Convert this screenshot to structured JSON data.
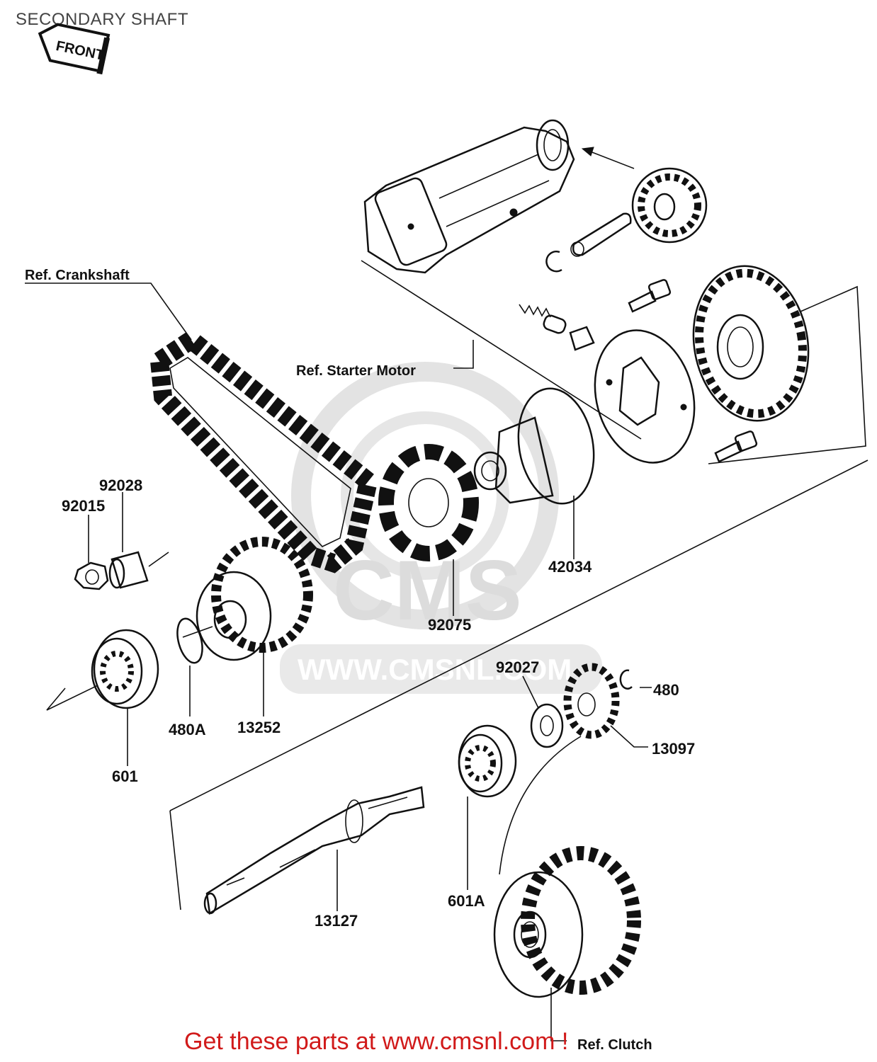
{
  "page_title": "SECONDARY SHAFT",
  "front_tag": "FRONT",
  "watermark": {
    "brand": "CMS",
    "url": "WWW.CMSNL.COM"
  },
  "references": {
    "crankshaft": "Ref.  Crankshaft",
    "starter_motor": "Ref.  Starter Motor",
    "clutch": "Ref.  Clutch"
  },
  "part_labels": {
    "p92028": "92028",
    "p92015": "92015",
    "p42034": "42034",
    "p92075": "92075",
    "p92027": "92027",
    "p480": "480",
    "p480a": "480A",
    "p13252": "13252",
    "p601": "601",
    "p13097": "13097",
    "p601a": "601A",
    "p13127": "13127"
  },
  "promo_text": "Get these parts at www.cmsnl.com  !",
  "colors": {
    "ink": "#111111",
    "watermark": "#dcdcdc",
    "promo": "#d11a1a",
    "title": "#444444"
  }
}
